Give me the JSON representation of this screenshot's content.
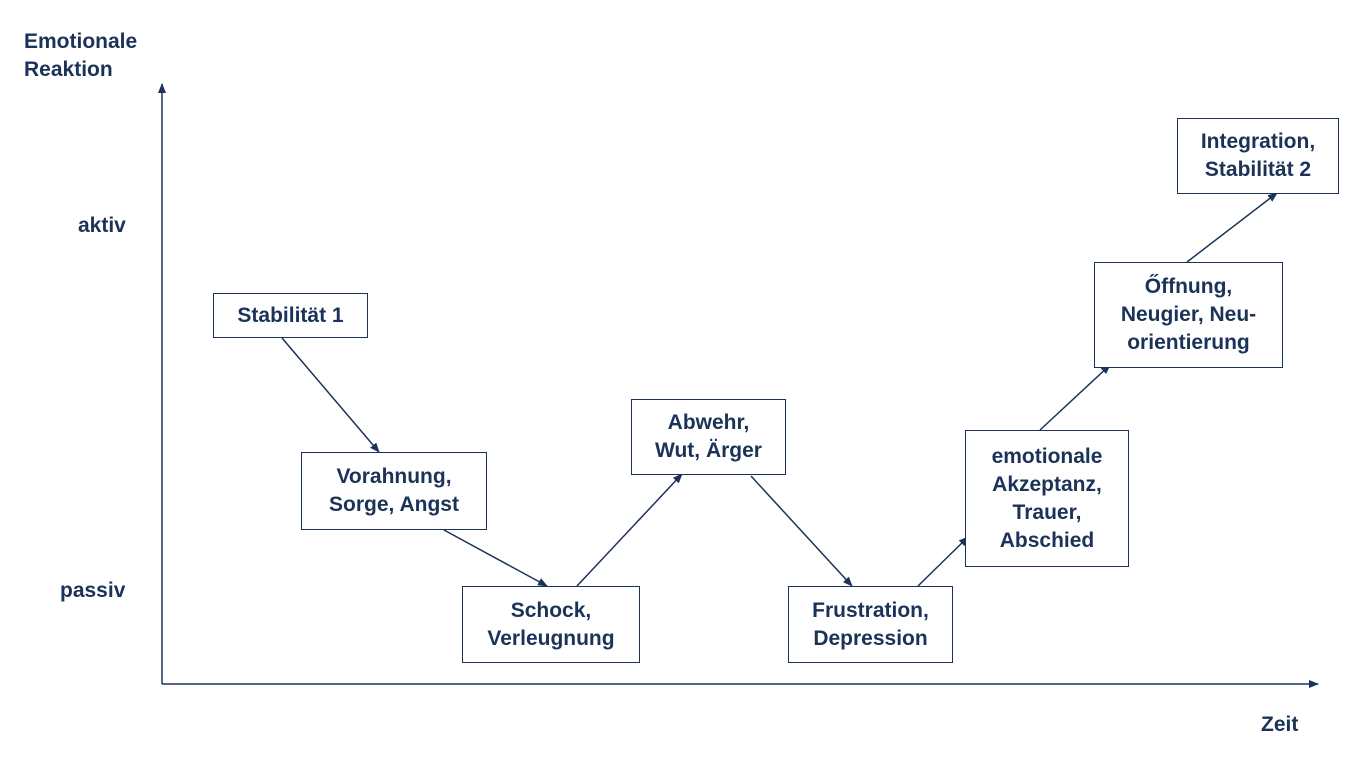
{
  "colors": {
    "text": "#1b3358",
    "line": "#1b3358",
    "background": "#ffffff"
  },
  "axes": {
    "y_label_line1": "Emotionale",
    "y_label_line2": "Reaktion",
    "x_label": "Zeit",
    "level_high": "aktiv",
    "level_low": "passiv"
  },
  "stages": [
    {
      "id": "stabilitaet-1",
      "lines": [
        "Stabilität 1"
      ]
    },
    {
      "id": "vorahnung",
      "lines": [
        "Vorahnung,",
        "Sorge, Angst"
      ]
    },
    {
      "id": "schock",
      "lines": [
        "Schock,",
        "Verleugnung"
      ]
    },
    {
      "id": "abwehr",
      "lines": [
        "Abwehr,",
        "Wut, Ärger"
      ]
    },
    {
      "id": "frustration",
      "lines": [
        "Frustration,",
        "Depression"
      ]
    },
    {
      "id": "akzeptanz",
      "lines": [
        "emotionale",
        "Akzeptanz,",
        "Trauer,",
        "Abschied"
      ]
    },
    {
      "id": "oeffnung",
      "lines": [
        "Őffnung,",
        "Neugier, Neu-",
        "orientierung"
      ]
    },
    {
      "id": "integration",
      "lines": [
        "Integration,",
        "Stabilität 2"
      ]
    }
  ]
}
